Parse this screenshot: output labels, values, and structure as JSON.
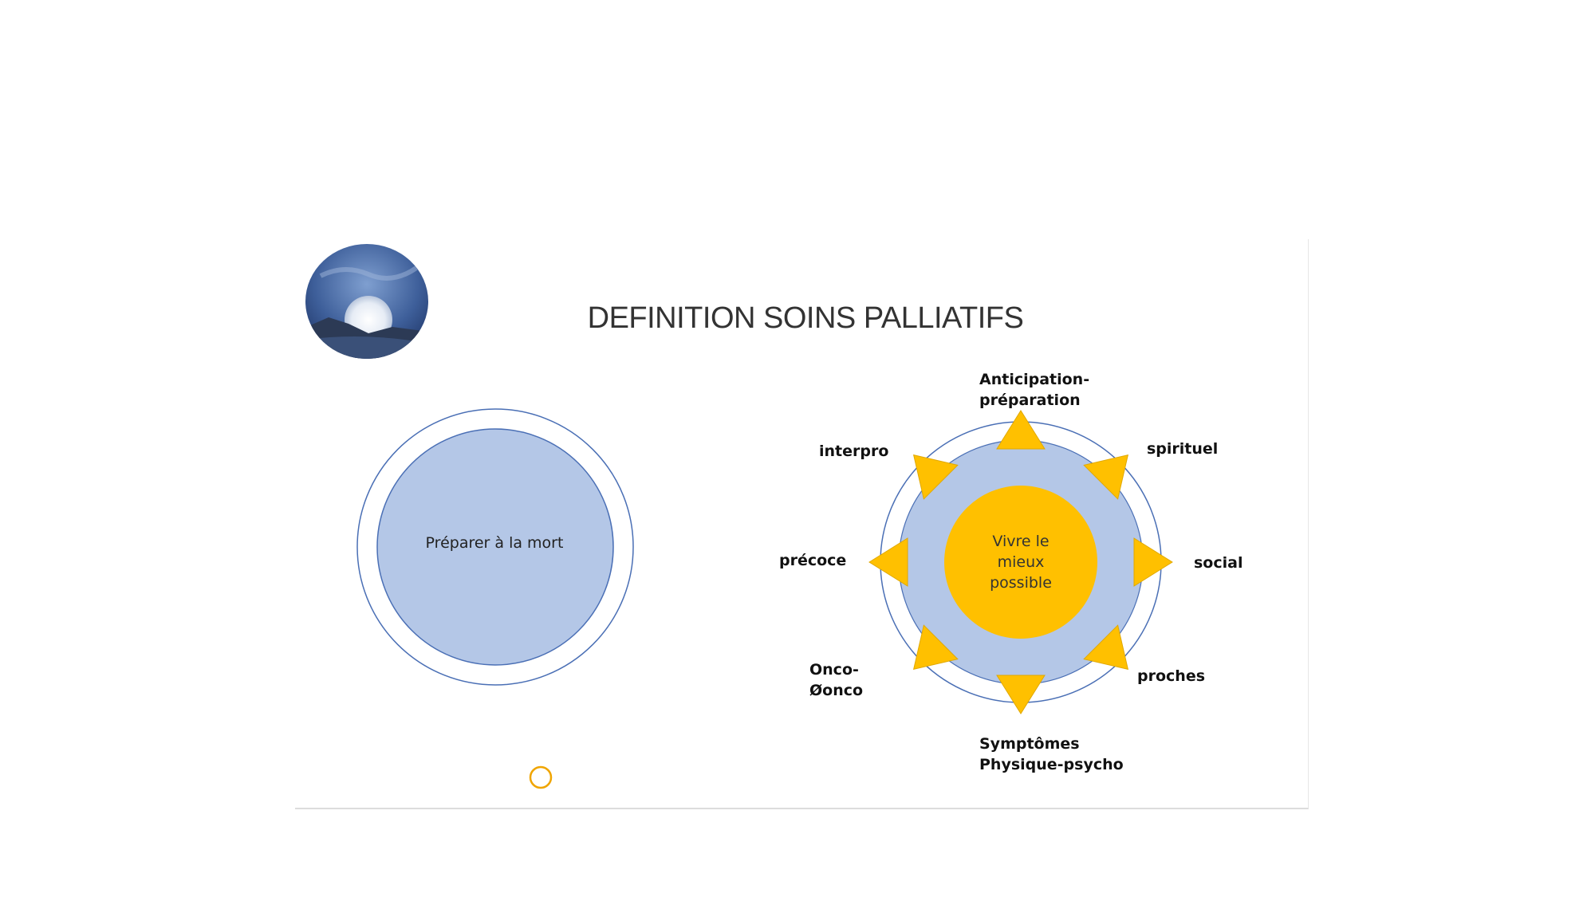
{
  "slide": {
    "title": "DEFINITION SOINS PALLIATIFS",
    "left_circle_label": "Préparer à la mort",
    "center_label_lines": [
      "Vivre le",
      "mieux",
      "possible"
    ],
    "labels": {
      "top": [
        "Anticipation-",
        "préparation"
      ],
      "top_right": "spirituel",
      "right": "social",
      "bottom_right": "proches",
      "bottom": [
        "Symptômes",
        "Physique-psycho"
      ],
      "bottom_left": [
        "Onco-",
        "Øonco"
      ],
      "left": "précoce",
      "top_left": "interpro"
    },
    "colors": {
      "accent": "#ffc000",
      "circle_fill": "#b4c7e7",
      "circle_stroke": "#4a6fb5",
      "title": "#333333"
    },
    "icons": [
      "moon-photo-icon",
      "sun-arrow-icon",
      "orange-ring-icon"
    ]
  }
}
